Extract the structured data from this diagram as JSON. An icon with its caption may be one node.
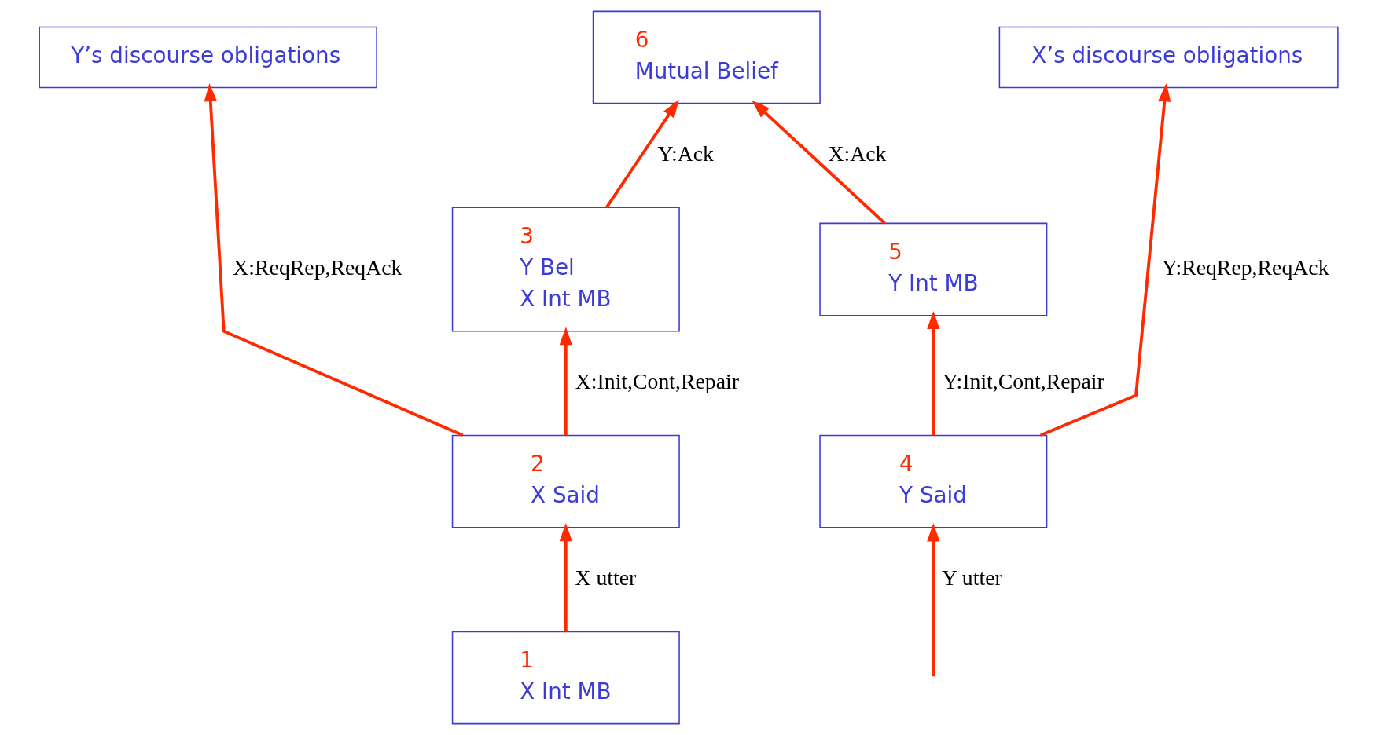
{
  "diagram": {
    "nodes": [
      {
        "text": [
          "Y’s discourse obligations"
        ]
      },
      {
        "text": [
          "6",
          "Mutual Belief"
        ]
      },
      {
        "text": [
          "X’s discourse obligations"
        ]
      },
      {
        "text": [
          "3",
          "Y Bel",
          "X Int MB"
        ]
      },
      {
        "text": [
          "5",
          "Y Int MB"
        ]
      },
      {
        "text": [
          "2",
          "X Said"
        ]
      },
      {
        "text": [
          "4",
          "Y Said"
        ]
      },
      {
        "text": [
          "1",
          "X Int MB"
        ]
      }
    ],
    "edges": [
      {
        "from": 7,
        "to": 5,
        "arrow": "to",
        "label": "X utter"
      },
      {
        "from": 5,
        "to": 3,
        "arrow": "to",
        "label": "X:Init,Cont,Repair"
      },
      {
        "from": 5,
        "to": 0,
        "arrow": "to",
        "label": "X:ReqRep,ReqAck"
      },
      {
        "from": 3,
        "to": 1,
        "arrow": "to",
        "label": "Y:Ack"
      },
      {
        "from": 4,
        "to": 1,
        "arrow": "to",
        "label": "X:Ack"
      },
      {
        "from": 6,
        "to": 4,
        "arrow": "to",
        "label": "Y:Init,Cont,Repair"
      },
      {
        "from": 6,
        "to": 2,
        "arrow": "to",
        "label": "Y:ReqRep,ReqAck"
      },
      {
        "from": null,
        "to": 6,
        "arrow": "to",
        "label": "Y utter"
      }
    ]
  }
}
